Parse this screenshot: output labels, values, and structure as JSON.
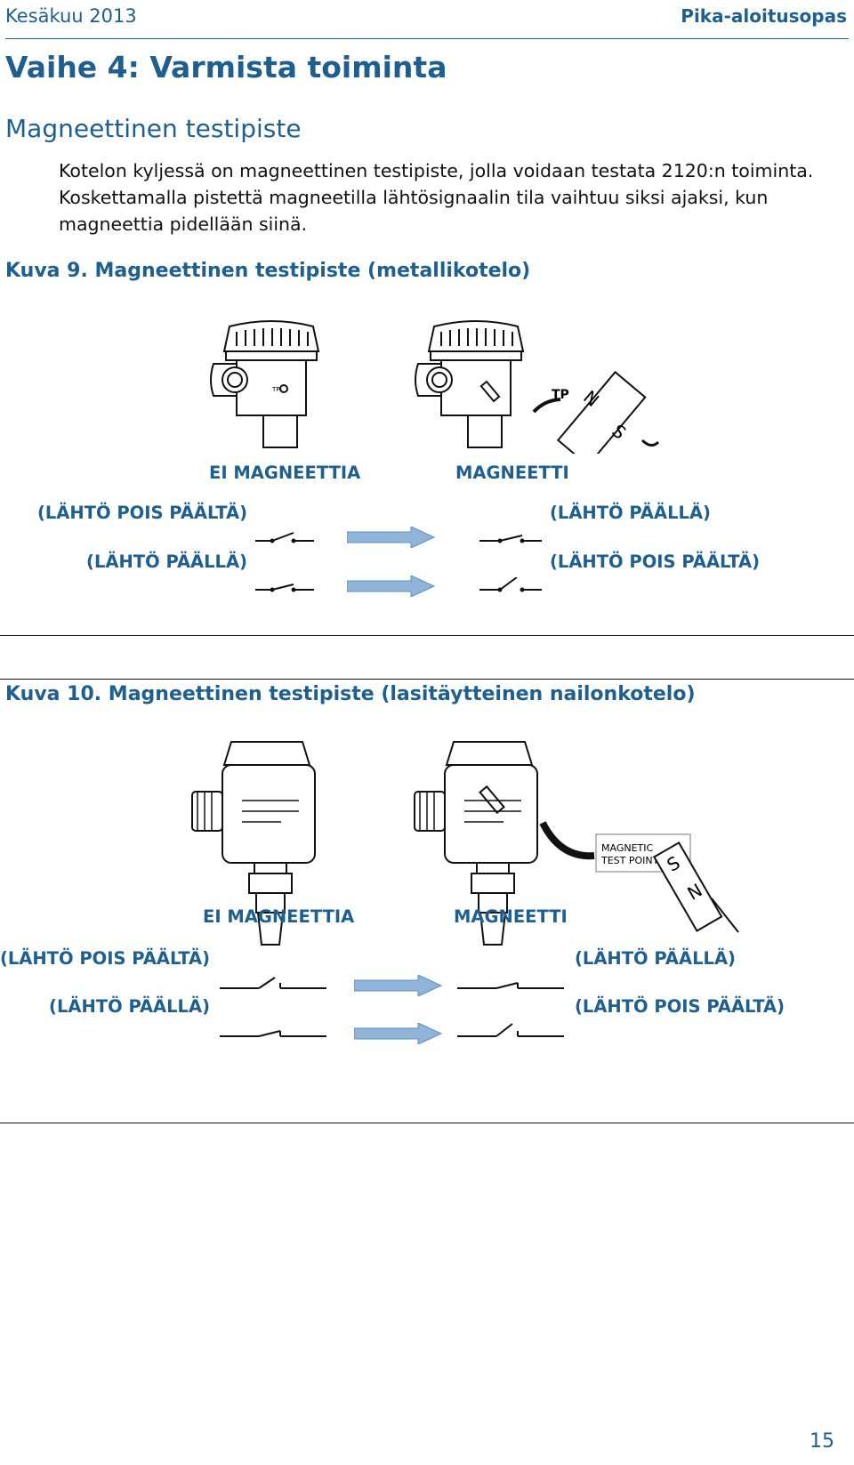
{
  "header": {
    "left": "Kesäkuu 2013",
    "right": "Pika-aloitusopas"
  },
  "title": "Vaihe 4: Varmista toiminta",
  "section": "Magneettinen testipiste",
  "paragraph": "Kotelon kyljessä on magneettinen testipiste, jolla voidaan testata 2120:n toiminta. Koskettamalla pistettä magneetilla lähtösignaalin tila vaihtuu siksi ajaksi, kun magneettia pidellään siinä.",
  "figure9": {
    "caption": "Kuva 9. Magneettinen testipiste (metallikotelo)",
    "tp_small": "TP",
    "tp_large": "TP",
    "magnet_n": "N",
    "magnet_s": "S",
    "left_head": "EI MAGNEETTIA",
    "right_head": "MAGNEETTI",
    "row1_left": "(LÄHTÖ POIS PÄÄLTÄ)",
    "row1_right": "(LÄHTÖ PÄÄLLÄ)",
    "row2_left": "(LÄHTÖ PÄÄLLÄ)",
    "row2_right": "(LÄHTÖ POIS PÄÄLTÄ)"
  },
  "figure10": {
    "caption": "Kuva 10. Magneettinen testipiste (lasitäytteinen nailonkotelo)",
    "callout_line1": "MAGNETIC",
    "callout_line2": "TEST POINT",
    "magnet_s": "S",
    "magnet_n": "N",
    "left_head": "EI MAGNEETTIA",
    "right_head": "MAGNEETTI",
    "row1_left": "(LÄHTÖ POIS PÄÄLTÄ)",
    "row1_right": "(LÄHTÖ PÄÄLLÄ)",
    "row2_left": "(LÄHTÖ PÄÄLLÄ)",
    "row2_right": "(LÄHTÖ POIS PÄÄLTÄ)"
  },
  "page_number": "15",
  "colors": {
    "accent": "#1f5f8f",
    "arrow": "#8fb4d8"
  }
}
